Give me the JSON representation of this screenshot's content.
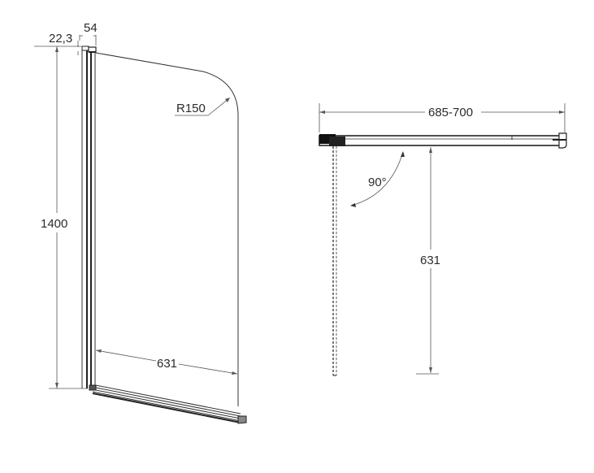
{
  "drawing": {
    "title": "Bath screen technical drawing",
    "front_view": {
      "dim_profile_offset": "22,3",
      "dim_profile_width": "54",
      "dim_radius": "R150",
      "dim_height": "1400",
      "dim_panel_width": "631"
    },
    "top_view": {
      "dim_total_width": "685-700",
      "dim_swing_angle": "90°",
      "dim_panel_depth": "631"
    },
    "colors": {
      "line": "#222222",
      "dimension": "#555555",
      "text": "#2b2b2b",
      "background": "#ffffff"
    }
  }
}
